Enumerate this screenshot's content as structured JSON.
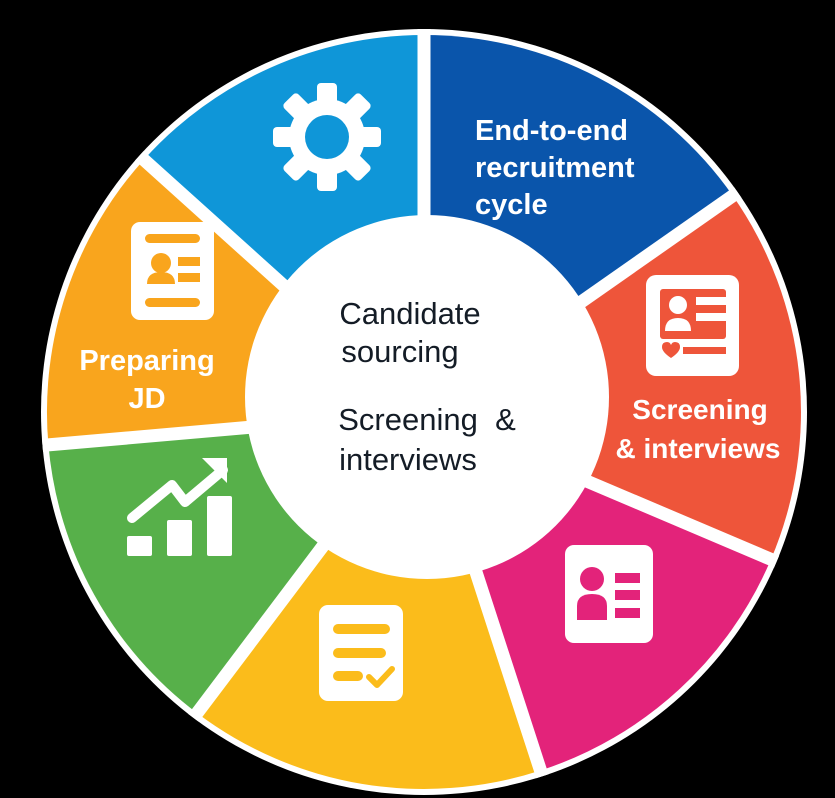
{
  "diagram": {
    "title": "End-to-end recruitment cycle",
    "background": "#000000",
    "center_text": {
      "lines_group_1": [
        "Candidate",
        "sourcing"
      ],
      "lines_group_2": [
        "Screening  &",
        "interviews"
      ],
      "color": "#141c26"
    },
    "segments": [
      {
        "id": "settings",
        "color": "#0f96d8",
        "start_deg": 312,
        "end_deg": 360,
        "icon": "gear-icon",
        "label_lines": []
      },
      {
        "id": "end-to-end",
        "color": "#0a55ab",
        "start_deg": 0,
        "end_deg": 55,
        "icon": "",
        "label_lines": [
          "End-to-end",
          "recruitment",
          "cycle"
        ]
      },
      {
        "id": "screening-interviews",
        "color": "#ee553a",
        "start_deg": 55,
        "end_deg": 113,
        "icon": "resume-heart-icon",
        "label_lines": [
          "Screening",
          "& interviews"
        ]
      },
      {
        "id": "candidate-profile",
        "color": "#e3237a",
        "start_deg": 113,
        "end_deg": 162,
        "icon": "id-card-icon",
        "label_lines": []
      },
      {
        "id": "checklist",
        "color": "#fbbc1b",
        "start_deg": 162,
        "end_deg": 217,
        "icon": "checklist-document-icon",
        "label_lines": []
      },
      {
        "id": "growth",
        "color": "#57b04a",
        "start_deg": 217,
        "end_deg": 265,
        "icon": "growth-chart-icon",
        "label_lines": []
      },
      {
        "id": "preparing-jd",
        "color": "#f9a51d",
        "start_deg": 265,
        "end_deg": 312,
        "icon": "job-description-icon",
        "label_lines": [
          "Preparing",
          "JD"
        ]
      }
    ]
  }
}
